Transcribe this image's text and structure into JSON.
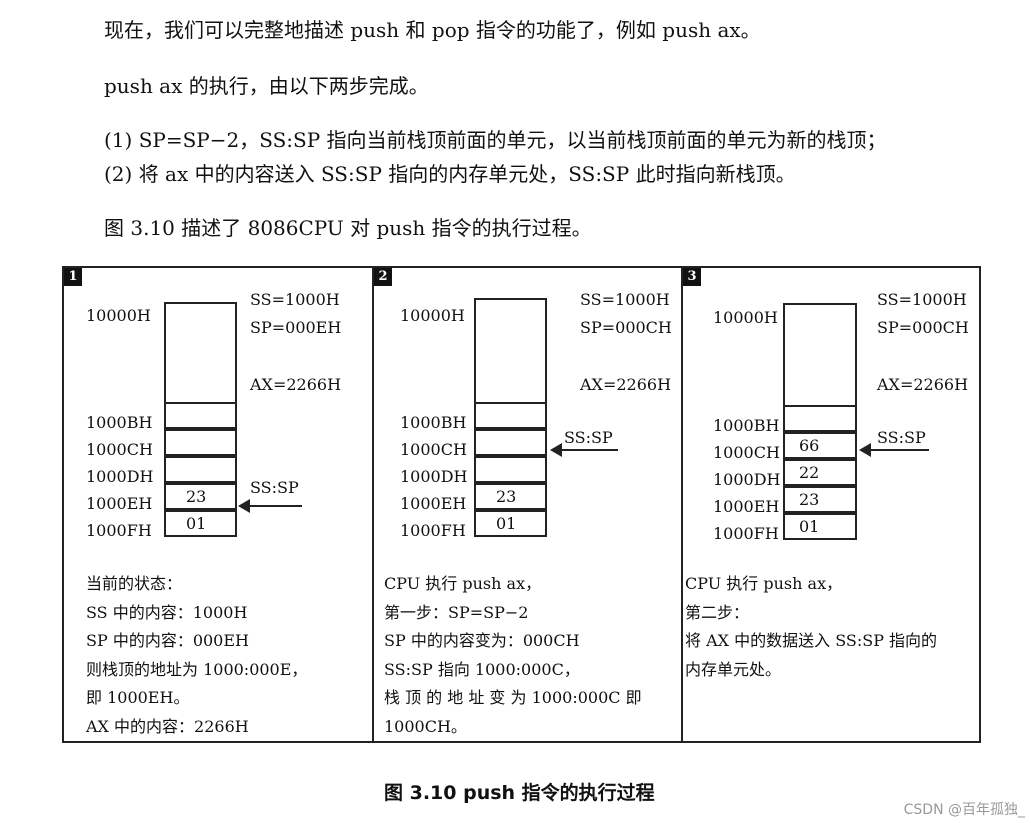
{
  "paragraphs": {
    "p1": "现在，我们可以完整地描述 push 和 pop 指令的功能了，例如 push ax。",
    "p2": "push ax 的执行，由以下两步完成。",
    "s1": "(1)  SP=SP−2，SS:SP 指向当前栈顶前面的单元，以当前栈顶前面的单元为新的栈顶；",
    "s2": "(2)  将 ax 中的内容送入 SS:SP 指向的内存单元处，SS:SP 此时指向新栈顶。",
    "p3": "图 3.10 描述了 8086CPU 对 push 指令的执行过程。"
  },
  "panels": [
    {
      "num": "1",
      "top_addr": "10000H",
      "ss": "SS=1000H",
      "sp": "SP=000EH",
      "ax": "AX=2266H",
      "pointer": "SS:SP",
      "rows": [
        {
          "addr": "1000BH",
          "val": ""
        },
        {
          "addr": "1000CH",
          "val": ""
        },
        {
          "addr": "1000DH",
          "val": ""
        },
        {
          "addr": "1000EH",
          "val": "23"
        },
        {
          "addr": "1000FH",
          "val": "01"
        }
      ],
      "desc": [
        "当前的状态：",
        "SS 中的内容：1000H",
        "SP 中的内容：000EH",
        "则栈顶的地址为 1000:000E，",
        "即 1000EH。",
        "AX 中的内容：2266H"
      ]
    },
    {
      "num": "2",
      "top_addr": "10000H",
      "ss": "SS=1000H",
      "sp": "SP=000CH",
      "ax": "AX=2266H",
      "pointer": "SS:SP",
      "rows": [
        {
          "addr": "1000BH",
          "val": ""
        },
        {
          "addr": "1000CH",
          "val": ""
        },
        {
          "addr": "1000DH",
          "val": ""
        },
        {
          "addr": "1000EH",
          "val": "23"
        },
        {
          "addr": "1000FH",
          "val": "01"
        }
      ],
      "desc": [
        "CPU 执行  push ax，",
        "第一步：SP=SP−2",
        "SP 中的内容变为：000CH",
        "SS:SP 指向 1000:000C，",
        "栈 顶 的 地 址 变 为  1000:000C  即",
        "1000CH。"
      ]
    },
    {
      "num": "3",
      "top_addr": "10000H",
      "ss": "SS=1000H",
      "sp": "SP=000CH",
      "ax": "AX=2266H",
      "pointer": "SS:SP",
      "rows": [
        {
          "addr": "1000BH",
          "val": ""
        },
        {
          "addr": "1000CH",
          "val": "66"
        },
        {
          "addr": "1000DH",
          "val": "22"
        },
        {
          "addr": "1000EH",
          "val": "23"
        },
        {
          "addr": "1000FH",
          "val": "01"
        }
      ],
      "desc": [
        "CPU 执行  push ax，",
        "第二步：",
        "将 AX 中的数据送入 SS:SP 指向的",
        "内存单元处。"
      ]
    }
  ],
  "caption": "图 3.10    push 指令的执行过程",
  "watermark": "CSDN @百年孤独_"
}
